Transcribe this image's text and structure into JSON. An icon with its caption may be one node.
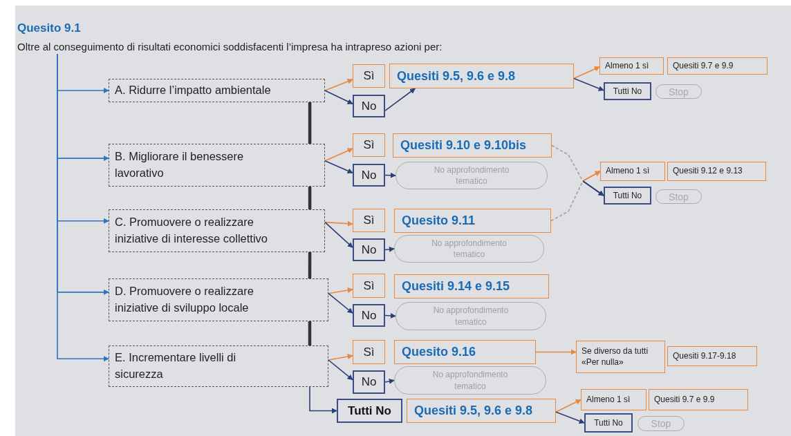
{
  "diagram": {
    "title": "Quesito 9.1",
    "nodes": [
      {
        "text": [
          "Oltre al conseguimento di risultati economici soddisfacenti l’impresa ha intrapreso azioni per:"
        ]
      },
      {
        "text": [
          "A. Ridurre l’impatto ambientale"
        ]
      },
      {
        "text": [
          "Sì"
        ]
      },
      {
        "text": [
          "Quesiti 9.5, 9.6 e 9.8"
        ]
      },
      {
        "text": [
          "Almeno 1 sì"
        ]
      },
      {
        "text": [
          "Quesiti 9.7 e 9.9"
        ]
      },
      {
        "text": [
          "No"
        ]
      },
      {
        "text": [
          "Tutti No"
        ]
      },
      {
        "text": [
          "Stop"
        ]
      },
      {
        "text": [
          "B. Migliorare il benessere lavorativo"
        ]
      },
      {
        "text": [
          "Sì"
        ]
      },
      {
        "text": [
          "Quesiti 9.10 e 9.10bis"
        ]
      },
      {
        "text": [
          "No"
        ]
      },
      {
        "text": [
          "No approfondimento tematico"
        ]
      },
      {
        "text": [
          "Almeno 1 sì"
        ]
      },
      {
        "text": [
          "Quesiti 9.12 e 9.13"
        ]
      },
      {
        "text": [
          "Tutti No"
        ]
      },
      {
        "text": [
          "Stop"
        ]
      },
      {
        "text": [
          "C. Promuovere o realizzare iniziative di interesse collettivo"
        ]
      },
      {
        "text": [
          "Sì"
        ]
      },
      {
        "text": [
          "Quesito 9.11"
        ]
      },
      {
        "text": [
          "No"
        ]
      },
      {
        "text": [
          "No approfondimento tematico"
        ]
      },
      {
        "text": [
          "D. Promuovere o realizzare iniziative di sviluppo locale"
        ]
      },
      {
        "text": [
          "Sì"
        ]
      },
      {
        "text": [
          "Quesiti 9.14 e 9.15"
        ]
      },
      {
        "text": [
          "No"
        ]
      },
      {
        "text": [
          "No approfondimento tematico"
        ]
      },
      {
        "text": [
          "E. Incrementare livelli di sicurezza"
        ]
      },
      {
        "text": [
          "Sì"
        ]
      },
      {
        "text": [
          "Quesito 9.16"
        ]
      },
      {
        "text": [
          "Se diverso da tutti «Per nulla»"
        ]
      },
      {
        "text": [
          "Quesiti 9.17-9.18"
        ]
      },
      {
        "text": [
          "No"
        ]
      },
      {
        "text": [
          "No approfondimento tematico"
        ]
      },
      {
        "text": [
          "Tutti No"
        ]
      },
      {
        "text": [
          "Quesiti 9.5, 9.6 e 9.8"
        ]
      },
      {
        "text": [
          "Almeno 1 sì"
        ]
      },
      {
        "text": [
          "Quesiti 9.7 e 9.9"
        ]
      },
      {
        "text": [
          "Tutti No"
        ]
      },
      {
        "text": [
          "Stop"
        ]
      }
    ],
    "edges": [
      {
        "from": 0,
        "to": 1,
        "arrow": "to",
        "color": "#2f75c0"
      },
      {
        "from": 0,
        "to": 9,
        "arrow": "to",
        "color": "#2f75c0"
      },
      {
        "from": 0,
        "to": 18,
        "arrow": "to",
        "color": "#2f75c0"
      },
      {
        "from": 0,
        "to": 23,
        "arrow": "to",
        "color": "#2f75c0"
      },
      {
        "from": 0,
        "to": 28,
        "arrow": "to",
        "color": "#2f75c0"
      },
      {
        "from": 1,
        "to": 2,
        "arrow": "to",
        "color": "#e8883e"
      },
      {
        "from": 1,
        "to": 6,
        "arrow": "to"
      },
      {
        "from": 6,
        "to": 3,
        "arrow": "to"
      },
      {
        "from": 3,
        "to": 4,
        "arrow": "to",
        "color": "#e8883e"
      },
      {
        "from": 3,
        "to": 7,
        "arrow": "to"
      },
      {
        "from": 1,
        "to": 9,
        "arrow": "none",
        "style": "thick",
        "color": "#333333"
      },
      {
        "from": 9,
        "to": 10,
        "arrow": "to",
        "color": "#e8883e"
      },
      {
        "from": 9,
        "to": 12,
        "arrow": "to"
      },
      {
        "from": 12,
        "to": 13,
        "arrow": "to"
      },
      {
        "from": 11,
        "to": 14,
        "arrow": "to",
        "style": "dashed",
        "color": "#e8883e"
      },
      {
        "from": 11,
        "to": 16,
        "arrow": "to",
        "style": "dashed"
      },
      {
        "from": 20,
        "to": 14,
        "arrow": "to",
        "style": "dashed",
        "color": "#e8883e"
      },
      {
        "from": 20,
        "to": 16,
        "arrow": "to",
        "style": "dashed"
      },
      {
        "from": 9,
        "to": 18,
        "arrow": "none",
        "style": "thick",
        "color": "#333333"
      },
      {
        "from": 18,
        "to": 19,
        "arrow": "to",
        "color": "#e8883e"
      },
      {
        "from": 18,
        "to": 21,
        "arrow": "to"
      },
      {
        "from": 21,
        "to": 22,
        "arrow": "to"
      },
      {
        "from": 18,
        "to": 23,
        "arrow": "none",
        "style": "thick",
        "color": "#333333"
      },
      {
        "from": 23,
        "to": 24,
        "arrow": "to",
        "color": "#e8883e"
      },
      {
        "from": 23,
        "to": 26,
        "arrow": "to"
      },
      {
        "from": 26,
        "to": 27,
        "arrow": "to"
      },
      {
        "from": 23,
        "to": 28,
        "arrow": "none",
        "style": "thick",
        "color": "#333333"
      },
      {
        "from": 28,
        "to": 29,
        "arrow": "to",
        "color": "#e8883e"
      },
      {
        "from": 28,
        "to": 33,
        "arrow": "to"
      },
      {
        "from": 33,
        "to": 34,
        "arrow": "to"
      },
      {
        "from": 30,
        "to": 31,
        "arrow": "to",
        "color": "#e8883e"
      },
      {
        "from": 28,
        "to": 35,
        "arrow": "to"
      },
      {
        "from": 36,
        "to": 37,
        "arrow": "to",
        "color": "#e8883e"
      },
      {
        "from": 36,
        "to": 39,
        "arrow": "to"
      }
    ]
  }
}
